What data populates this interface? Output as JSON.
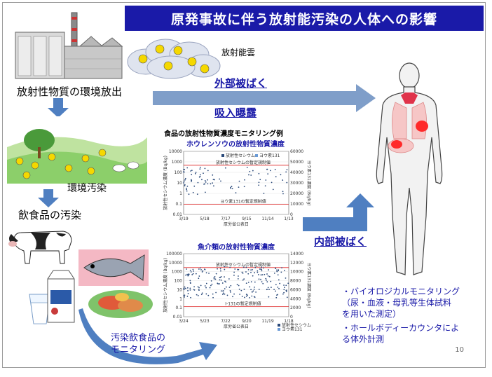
{
  "title": "原発事故に伴う放射能汚染の人体への影響",
  "labels": {
    "cloud": "放射能雲",
    "release": "放射性物質の環境放出",
    "env": "環境汚染",
    "food": "飲食品の汚染",
    "external": "外部被ばく",
    "inhale": "吸入曝露",
    "internal": "内部被ばく",
    "monitoring": "汚染飲食品の\nモニタリング",
    "chart_heading": "食品の放射性物質濃度モニタリング例"
  },
  "annotations": [
    "・バイオロジカルモニタリング",
    "（尿・血液・母乳等生体試料",
    "を用いた測定）",
    "・ホールボディーカウンタによ",
    "る体外計測"
  ],
  "page_number": "10",
  "chart_data": [
    {
      "type": "scatter",
      "title": "ホウレンソウの放射性物質濃度",
      "xlabel": "厚労省公表日",
      "ylabel": "放射性セシウム濃度 (Bq/kg)",
      "y2label": "ヨウ素131濃度 (Bq/kg)",
      "x_ticks": [
        "3/19",
        "5/18",
        "7/17",
        "9/15",
        "11/14",
        "1/13"
      ],
      "y_ticks": [
        "10000",
        "1000",
        "100",
        "10",
        "1",
        "0.1",
        "0.01"
      ],
      "y2_ticks": [
        "60000",
        "50000",
        "40000",
        "30000",
        "20000",
        "10000",
        "0"
      ],
      "legend": [
        "放射性セシウム",
        "ヨウ素131"
      ],
      "limit_labels": [
        "放射性セシウムの暫定規制値",
        "ヨウ素131の暫定規制値"
      ]
    },
    {
      "type": "scatter",
      "title": "魚介類の放射性物質濃度",
      "xlabel": "厚労省公表日",
      "ylabel": "放射性セシウム濃度 (Bq/kg)",
      "y2label": "ヨウ素131濃度 (Bq/kg)",
      "x_ticks": [
        "3/24",
        "5/23",
        "7/22",
        "9/20",
        "11/19",
        "1/18"
      ],
      "y_ticks": [
        "100000",
        "10000",
        "1000",
        "100",
        "10",
        "1",
        "0.1",
        "0.01"
      ],
      "y2_ticks": [
        "14000",
        "12000",
        "10000",
        "8000",
        "6000",
        "4000",
        "2000",
        "0"
      ],
      "legend": [
        "放射性セシウム",
        "ヨウ素131"
      ],
      "limit_labels": [
        "放射性セシウムの暫定規制値",
        "I-131の暫定規制値"
      ]
    }
  ]
}
